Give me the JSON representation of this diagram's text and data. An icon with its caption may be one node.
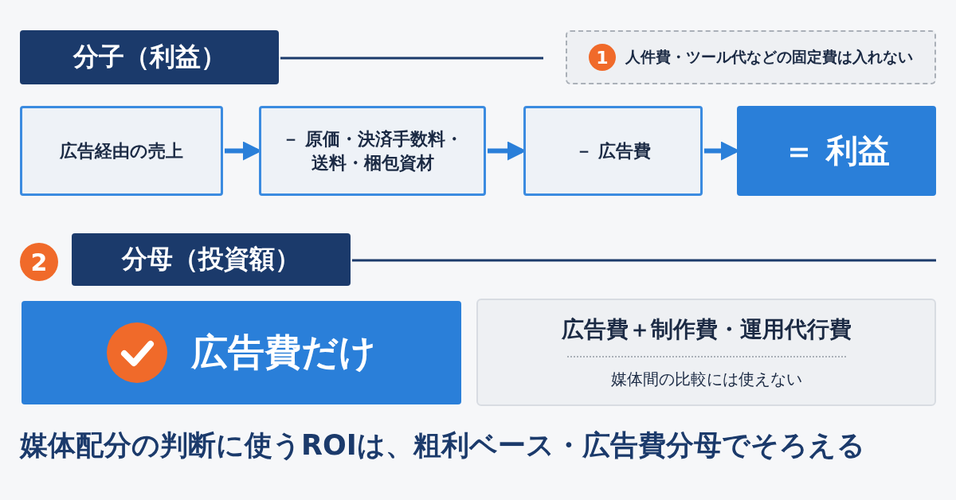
{
  "diagram": {
    "caption": "媒体配分の判断に使うROIは、粗利ベース・広告費分母でそろえる",
    "nodes": [
      {
        "text": [
          "分子（利益）"
        ]
      },
      {
        "text": [
          "1",
          "人件費・ツール代などの固定費は入れない"
        ]
      },
      {
        "text": [
          "広告経由の売上"
        ]
      },
      {
        "text": [
          "－ 原価・決済手数料・送料・梱包資材"
        ]
      },
      {
        "text": [
          "－ 広告費"
        ]
      },
      {
        "text": [
          "＝ 利益"
        ]
      },
      {
        "text": [
          "分母（投資額）"
        ]
      },
      {
        "text": [
          "広告費だけ"
        ]
      },
      {
        "text": [
          "広告費＋制作費・運用代行費",
          "媒体間の比較には使えない"
        ]
      }
    ],
    "edges": [
      {
        "from": 2,
        "to": 3,
        "arrow": "to"
      },
      {
        "from": 3,
        "to": 4,
        "arrow": "to"
      },
      {
        "from": 4,
        "to": 5,
        "arrow": "to"
      }
    ],
    "labels": [
      "2"
    ]
  }
}
